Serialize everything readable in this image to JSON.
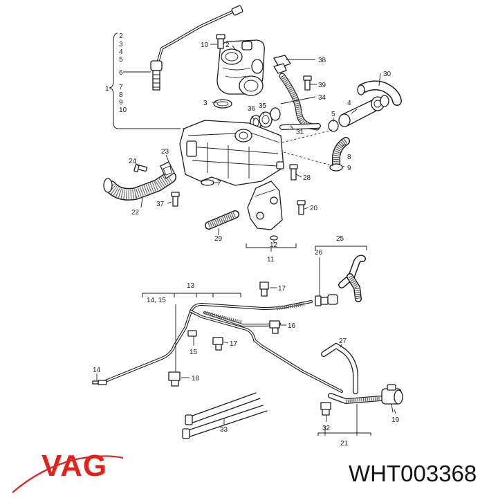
{
  "callouts": {
    "n1": "1",
    "n2": "2",
    "n3": "3",
    "n4": "4",
    "n5": "5",
    "n6": "6",
    "n7": "7",
    "n8": "8",
    "n9": "9",
    "n10": "10",
    "n11": "11",
    "n12": "12",
    "n13": "13",
    "n14": "14",
    "n14_15": "14, 15",
    "n15": "15",
    "n16": "16",
    "n17": "17",
    "n18": "18",
    "n19": "19",
    "n20": "20",
    "n21": "21",
    "n22": "22",
    "n23": "23",
    "n24": "24",
    "n25": "25",
    "n26": "26",
    "n27": "27",
    "n28": "28",
    "n29": "29",
    "n30": "30",
    "n31": "31",
    "n32": "32",
    "n33": "33",
    "n34": "34",
    "n35": "35",
    "n36": "36",
    "n37": "37",
    "n38": "38",
    "n39": "39"
  },
  "brand": {
    "logo_text": "VAG",
    "logo_color": "#e2221b"
  },
  "part_number": "WHT003368"
}
